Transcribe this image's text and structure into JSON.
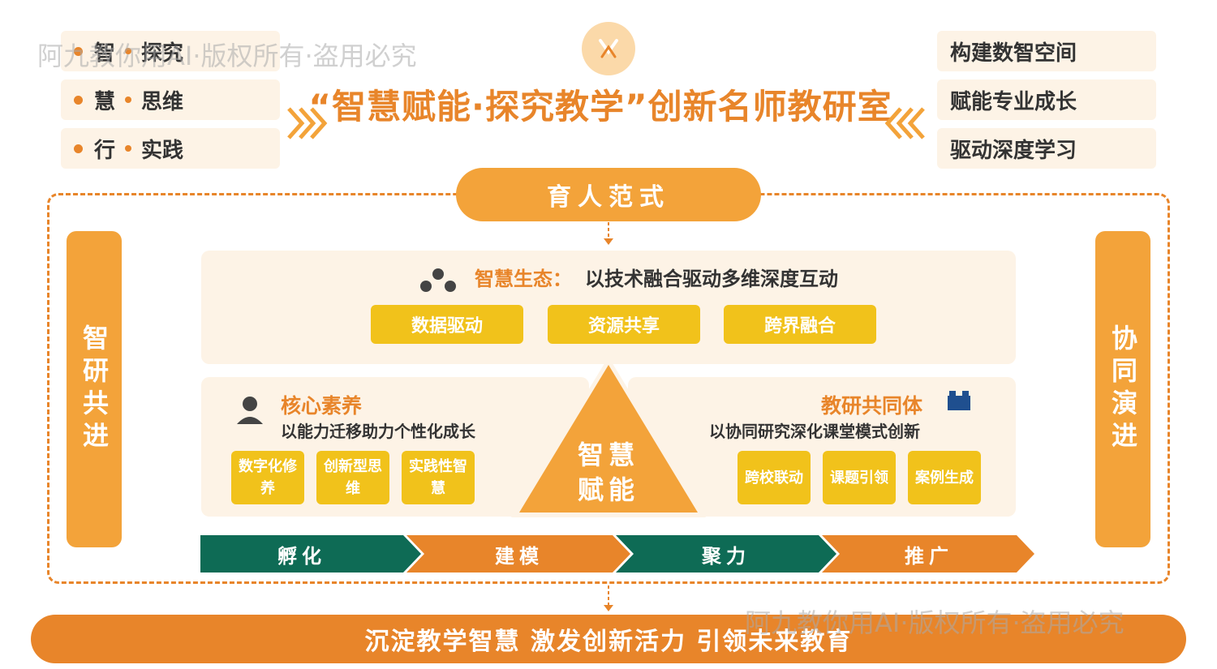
{
  "watermark": "阿九教你用AI·版权所有·盗用必究",
  "title": "“智慧赋能·探究教学”创新名师教研室",
  "left_pillars": [
    {
      "a": "智",
      "b": "探究"
    },
    {
      "a": "慧",
      "b": "思维"
    },
    {
      "a": "行",
      "b": "实践"
    }
  ],
  "right_goals": [
    "构建数智空间",
    "赋能专业成长",
    "驱动深度学习"
  ],
  "paradigm": "育人范式",
  "side_left": "智研共进",
  "side_right": "协同演进",
  "ecosystem": {
    "title": "智慧生态：",
    "desc": "以技术融合驱动多维深度互动",
    "items": [
      "数据驱动",
      "资源共享",
      "跨界融合"
    ]
  },
  "core": {
    "title": "核心素养",
    "desc": "以能力迁移助力个性化成长",
    "items": [
      "数字化修养",
      "创新型思维",
      "实践性智慧"
    ]
  },
  "community": {
    "title": "教研共同体",
    "desc": "以协同研究深化课堂模式创新",
    "items": [
      "跨校联动",
      "课题引领",
      "案例生成"
    ]
  },
  "center": {
    "line1": "智慧",
    "line2": "赋能"
  },
  "stages": [
    "孵化",
    "建模",
    "聚力",
    "推广"
  ],
  "bottom": "沉淀教学智慧 激发创新活力 引领未来教育",
  "colors": {
    "orange": "#e8852a",
    "light_orange": "#f3a33a",
    "yellow": "#f1c21b",
    "green": "#0e6b55",
    "cream": "#fdf3e6"
  }
}
